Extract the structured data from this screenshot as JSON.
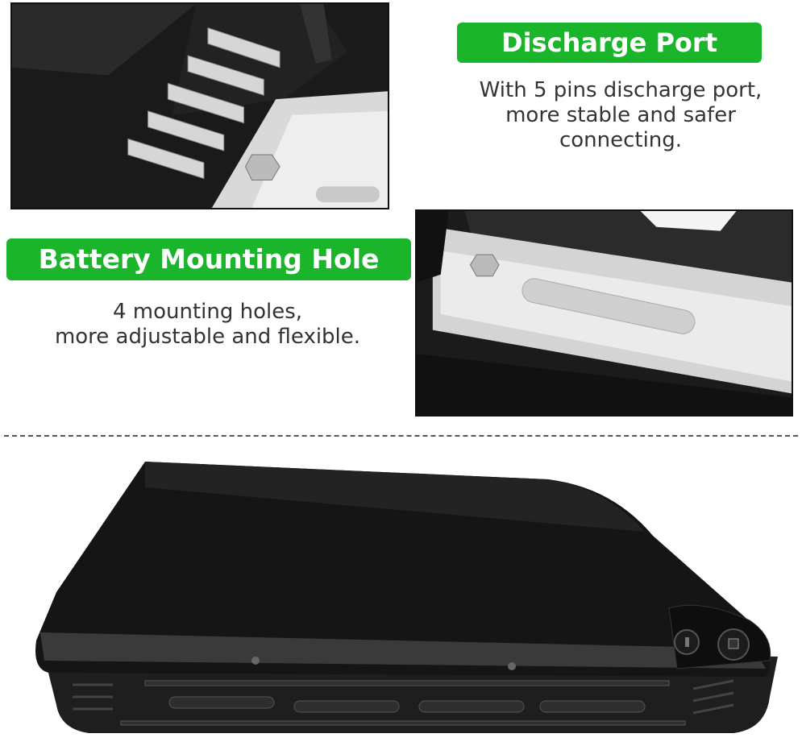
{
  "discharge": {
    "badge": "Discharge Port",
    "lines": [
      "With 5 pins discharge port,",
      "more stable and safer",
      "connecting."
    ]
  },
  "mounting": {
    "badge": "Battery Mounting Hole",
    "lines": [
      "4 mounting holes,",
      "more adjustable and flexible."
    ]
  },
  "colors": {
    "badge_green": "#1bb52b",
    "battery_body": "#151515",
    "text": "#333333"
  }
}
